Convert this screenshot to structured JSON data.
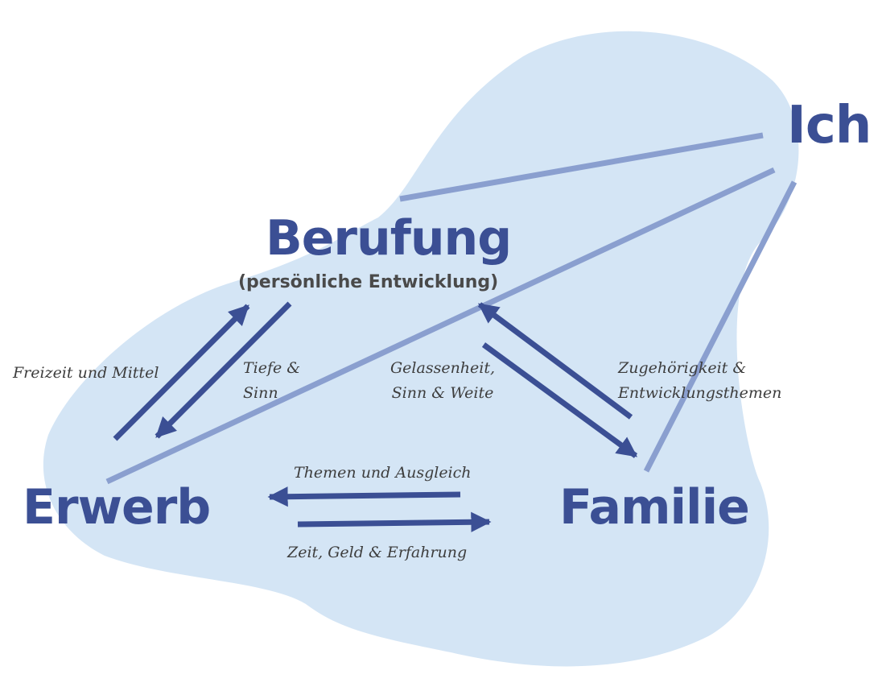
{
  "colors": {
    "blob": "#d4e5f5",
    "arrow": "#3b4f94",
    "connector": "#8a9fcf",
    "node_text": "#3b4f94",
    "sub_text": "#4a4a4a",
    "label_text": "#3d3d3d"
  },
  "nodes": {
    "ich": "Ich",
    "berufung": "Berufung",
    "berufung_sub": "(persönliche Entwicklung)",
    "erwerb": "Erwerb",
    "familie": "Familie"
  },
  "edges": {
    "erwerb_to_berufung": "Freizeit und Mittel",
    "berufung_to_erwerb": [
      "Tiefe &",
      "Sinn"
    ],
    "berufung_to_familie": [
      "Gelassenheit,",
      "Sinn & Weite"
    ],
    "familie_to_berufung": [
      "Zugehörigkeit &",
      "Entwicklungsthemen"
    ],
    "familie_to_erwerb": "Themen und Ausgleich",
    "erwerb_to_familie": "Zeit, Geld & Erfahrung"
  }
}
